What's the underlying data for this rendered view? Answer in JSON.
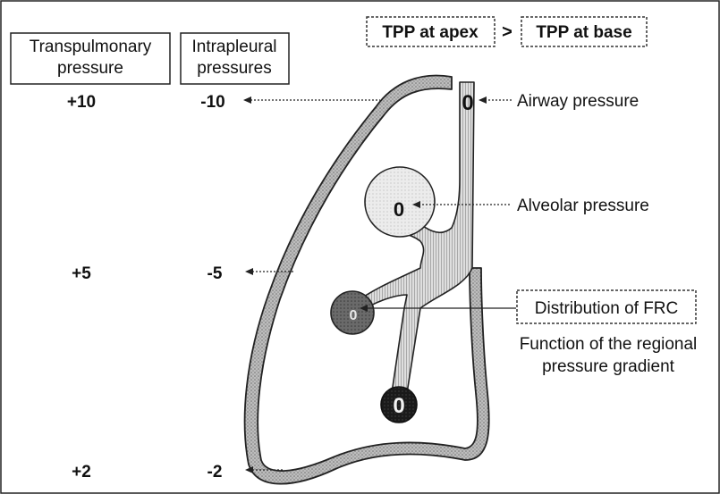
{
  "headers": {
    "transpulmonary": [
      "Transpulmonary",
      "pressure"
    ],
    "intrapleural": [
      "Intrapleural",
      "pressures"
    ]
  },
  "tpp_compare": {
    "apex": "TPP at apex",
    "symbol": ">",
    "base": "TPP at base"
  },
  "levels": [
    {
      "transpulmonary": "+10",
      "intrapleural": "-10"
    },
    {
      "transpulmonary": "+5",
      "intrapleural": "-5"
    },
    {
      "transpulmonary": "+2",
      "intrapleural": "-2"
    }
  ],
  "labels": {
    "airway": "Airway pressure",
    "alveolar": "Alveolar pressure",
    "distribution": "Distribution of FRC",
    "function_lines": [
      "Function of the regional",
      "pressure gradient"
    ]
  },
  "values": {
    "airway": "0",
    "alveolar": "0",
    "mid_alveolus": "0",
    "base_alveolus": "0"
  }
}
